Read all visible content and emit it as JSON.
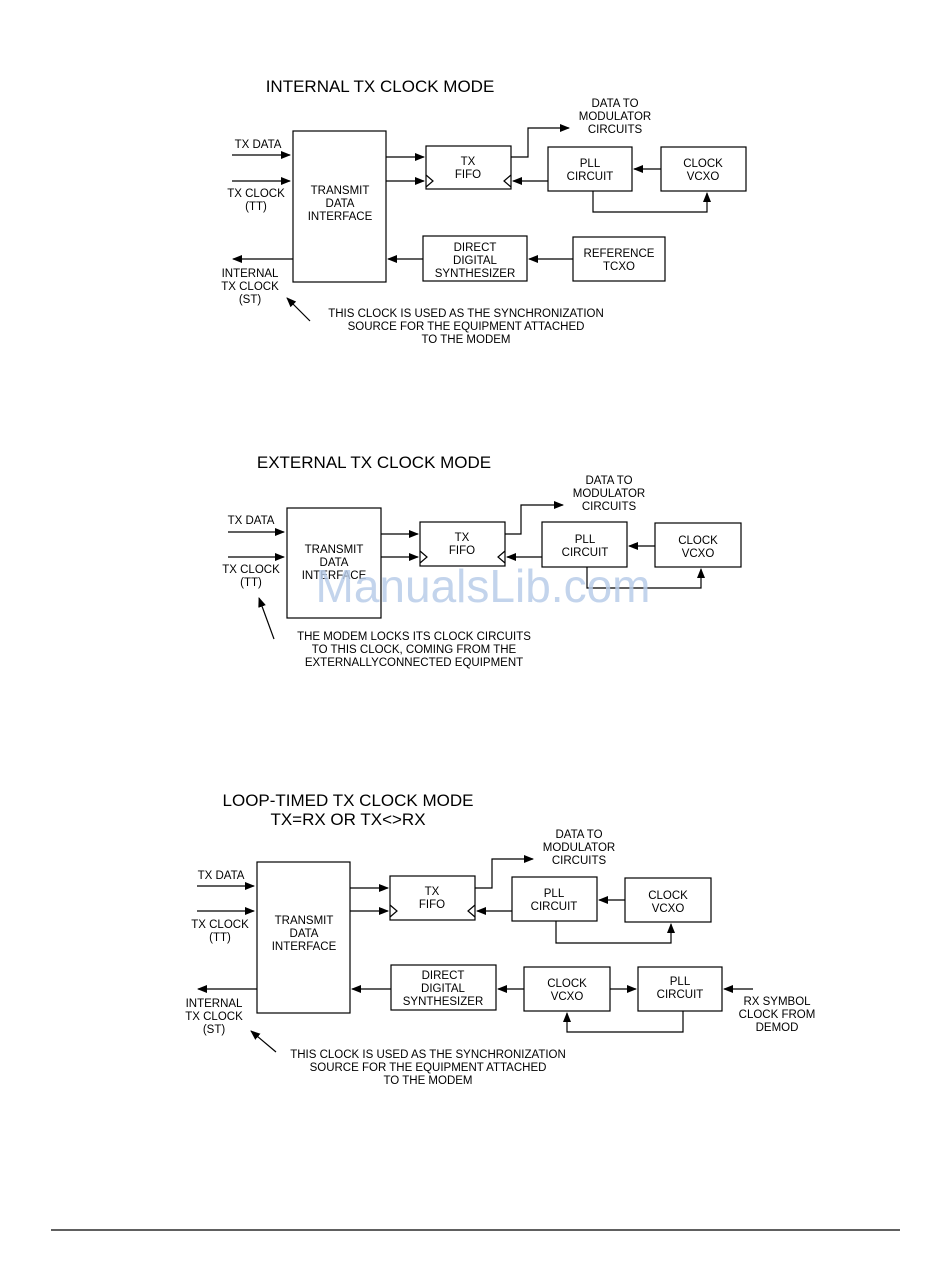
{
  "diagrams": [
    {
      "title_lines": [
        "INTERNAL TX CLOCK MODE"
      ],
      "tx_data": "TX DATA",
      "tx_clock": [
        "TX CLOCK",
        "(TT)"
      ],
      "internal_clock": [
        "INTERNAL",
        "TX CLOCK",
        "(ST)"
      ],
      "transmit": [
        "TRANSMIT",
        "DATA",
        "INTERFACE"
      ],
      "fifo": [
        "TX",
        "FIFO"
      ],
      "data_to": [
        "DATA TO",
        "MODULATOR",
        "CIRCUITS"
      ],
      "pll": [
        "PLL",
        "CIRCUIT"
      ],
      "vcxo": [
        "CLOCK",
        "VCXO"
      ],
      "dds": [
        "DIRECT",
        "DIGITAL",
        "SYNTHESIZER"
      ],
      "tcxo": [
        "REFERENCE",
        "TCXO"
      ],
      "note": [
        "THIS CLOCK IS USED AS THE SYNCHRONIZATION",
        "SOURCE FOR THE EQUIPMENT ATTACHED",
        "TO THE MODEM"
      ]
    },
    {
      "title_lines": [
        "EXTERNAL TX CLOCK MODE"
      ],
      "tx_data": "TX DATA",
      "tx_clock": [
        "TX CLOCK",
        "(TT)"
      ],
      "transmit": [
        "TRANSMIT",
        "DATA",
        "INTERFACE"
      ],
      "fifo": [
        "TX",
        "FIFO"
      ],
      "data_to": [
        "DATA TO",
        "MODULATOR",
        "CIRCUITS"
      ],
      "pll": [
        "PLL",
        "CIRCUIT"
      ],
      "vcxo": [
        "CLOCK",
        "VCXO"
      ],
      "note": [
        "THE MODEM LOCKS ITS CLOCK CIRCUITS",
        "TO THIS CLOCK, COMING FROM THE",
        "EXTERNALLYCONNECTED EQUIPMENT"
      ]
    },
    {
      "title_lines": [
        "LOOP-TIMED TX CLOCK MODE",
        "TX=RX  OR TX<>RX"
      ],
      "tx_data": "TX DATA",
      "tx_clock": [
        "TX CLOCK",
        "(TT)"
      ],
      "internal_clock": [
        "INTERNAL",
        "TX CLOCK",
        "(ST)"
      ],
      "transmit": [
        "TRANSMIT",
        "DATA",
        "INTERFACE"
      ],
      "fifo": [
        "TX",
        "FIFO"
      ],
      "data_to": [
        "DATA TO",
        "MODULATOR",
        "CIRCUITS"
      ],
      "pll": [
        "PLL",
        "CIRCUIT"
      ],
      "vcxo": [
        "CLOCK",
        "VCXO"
      ],
      "dds": [
        "DIRECT",
        "DIGITAL",
        "SYNTHESIZER"
      ],
      "vcxo2": [
        "CLOCK",
        "VCXO"
      ],
      "pll2": [
        "PLL",
        "CIRCUIT"
      ],
      "rx_symbol": [
        "RX SYMBOL",
        "CLOCK FROM",
        "DEMOD"
      ],
      "note": [
        "THIS CLOCK IS USED AS THE SYNCHRONIZATION",
        "SOURCE FOR THE EQUIPMENT ATTACHED",
        "TO THE MODEM"
      ]
    }
  ],
  "watermark": "ManualsLib.com"
}
